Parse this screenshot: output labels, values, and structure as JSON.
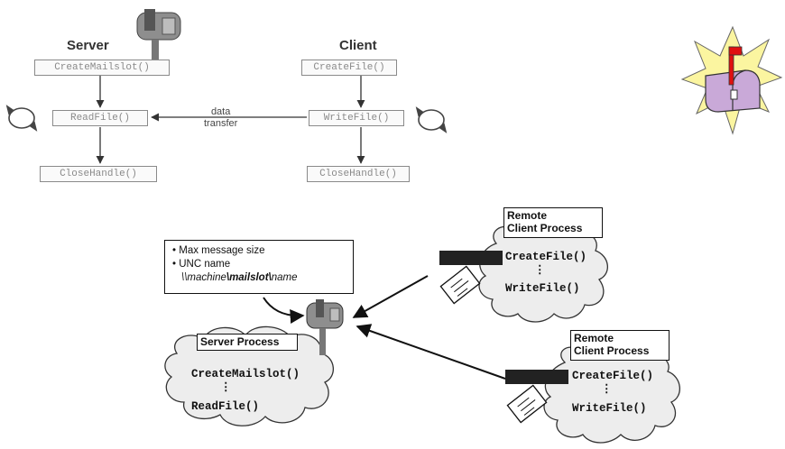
{
  "top": {
    "server_title": "Server",
    "client_title": "Client",
    "server_create": "CreateMailslot()",
    "server_read": "ReadFile()",
    "server_close": "CloseHandle()",
    "client_create": "CreateFile()",
    "client_write": "WriteFile()",
    "client_close": "CloseHandle()",
    "transfer_label_1": "data",
    "transfer_label_2": "transfer"
  },
  "bottom": {
    "note_bullet_1": "Max message size",
    "note_bullet_2": "UNC name",
    "note_path_prefix": "\\\\",
    "note_path_machine": "machine",
    "note_path_sep1": "\\",
    "note_path_mailslot": "mailslot",
    "note_path_sep2": "\\",
    "note_path_name": "name",
    "server_process_label": "Server Process",
    "server_call_1": "CreateMailslot()",
    "server_dots": "⋮",
    "server_call_2": "ReadFile()",
    "remote_1_label_line1": "Remote",
    "remote_1_label_line2": "Client Process",
    "remote_1_call_1": "CreateFile()",
    "remote_1_dots": "⋮",
    "remote_1_call_2": "WriteFile()",
    "remote_2_label_line1": "Remote",
    "remote_2_label_line2": "Client Process",
    "remote_2_call_1": "CreateFile()",
    "remote_2_dots": "⋮",
    "remote_2_call_2": "WriteFile()"
  },
  "colors": {
    "cloud_fill": "#ededed",
    "mailbox_icon": "#c9a9d8",
    "flag": "#e01010",
    "starburst": "#fbf5a0"
  },
  "icons": [
    "mailbox-icon",
    "cycle-icon",
    "envelope-icon",
    "starburst-mailbox-icon"
  ]
}
